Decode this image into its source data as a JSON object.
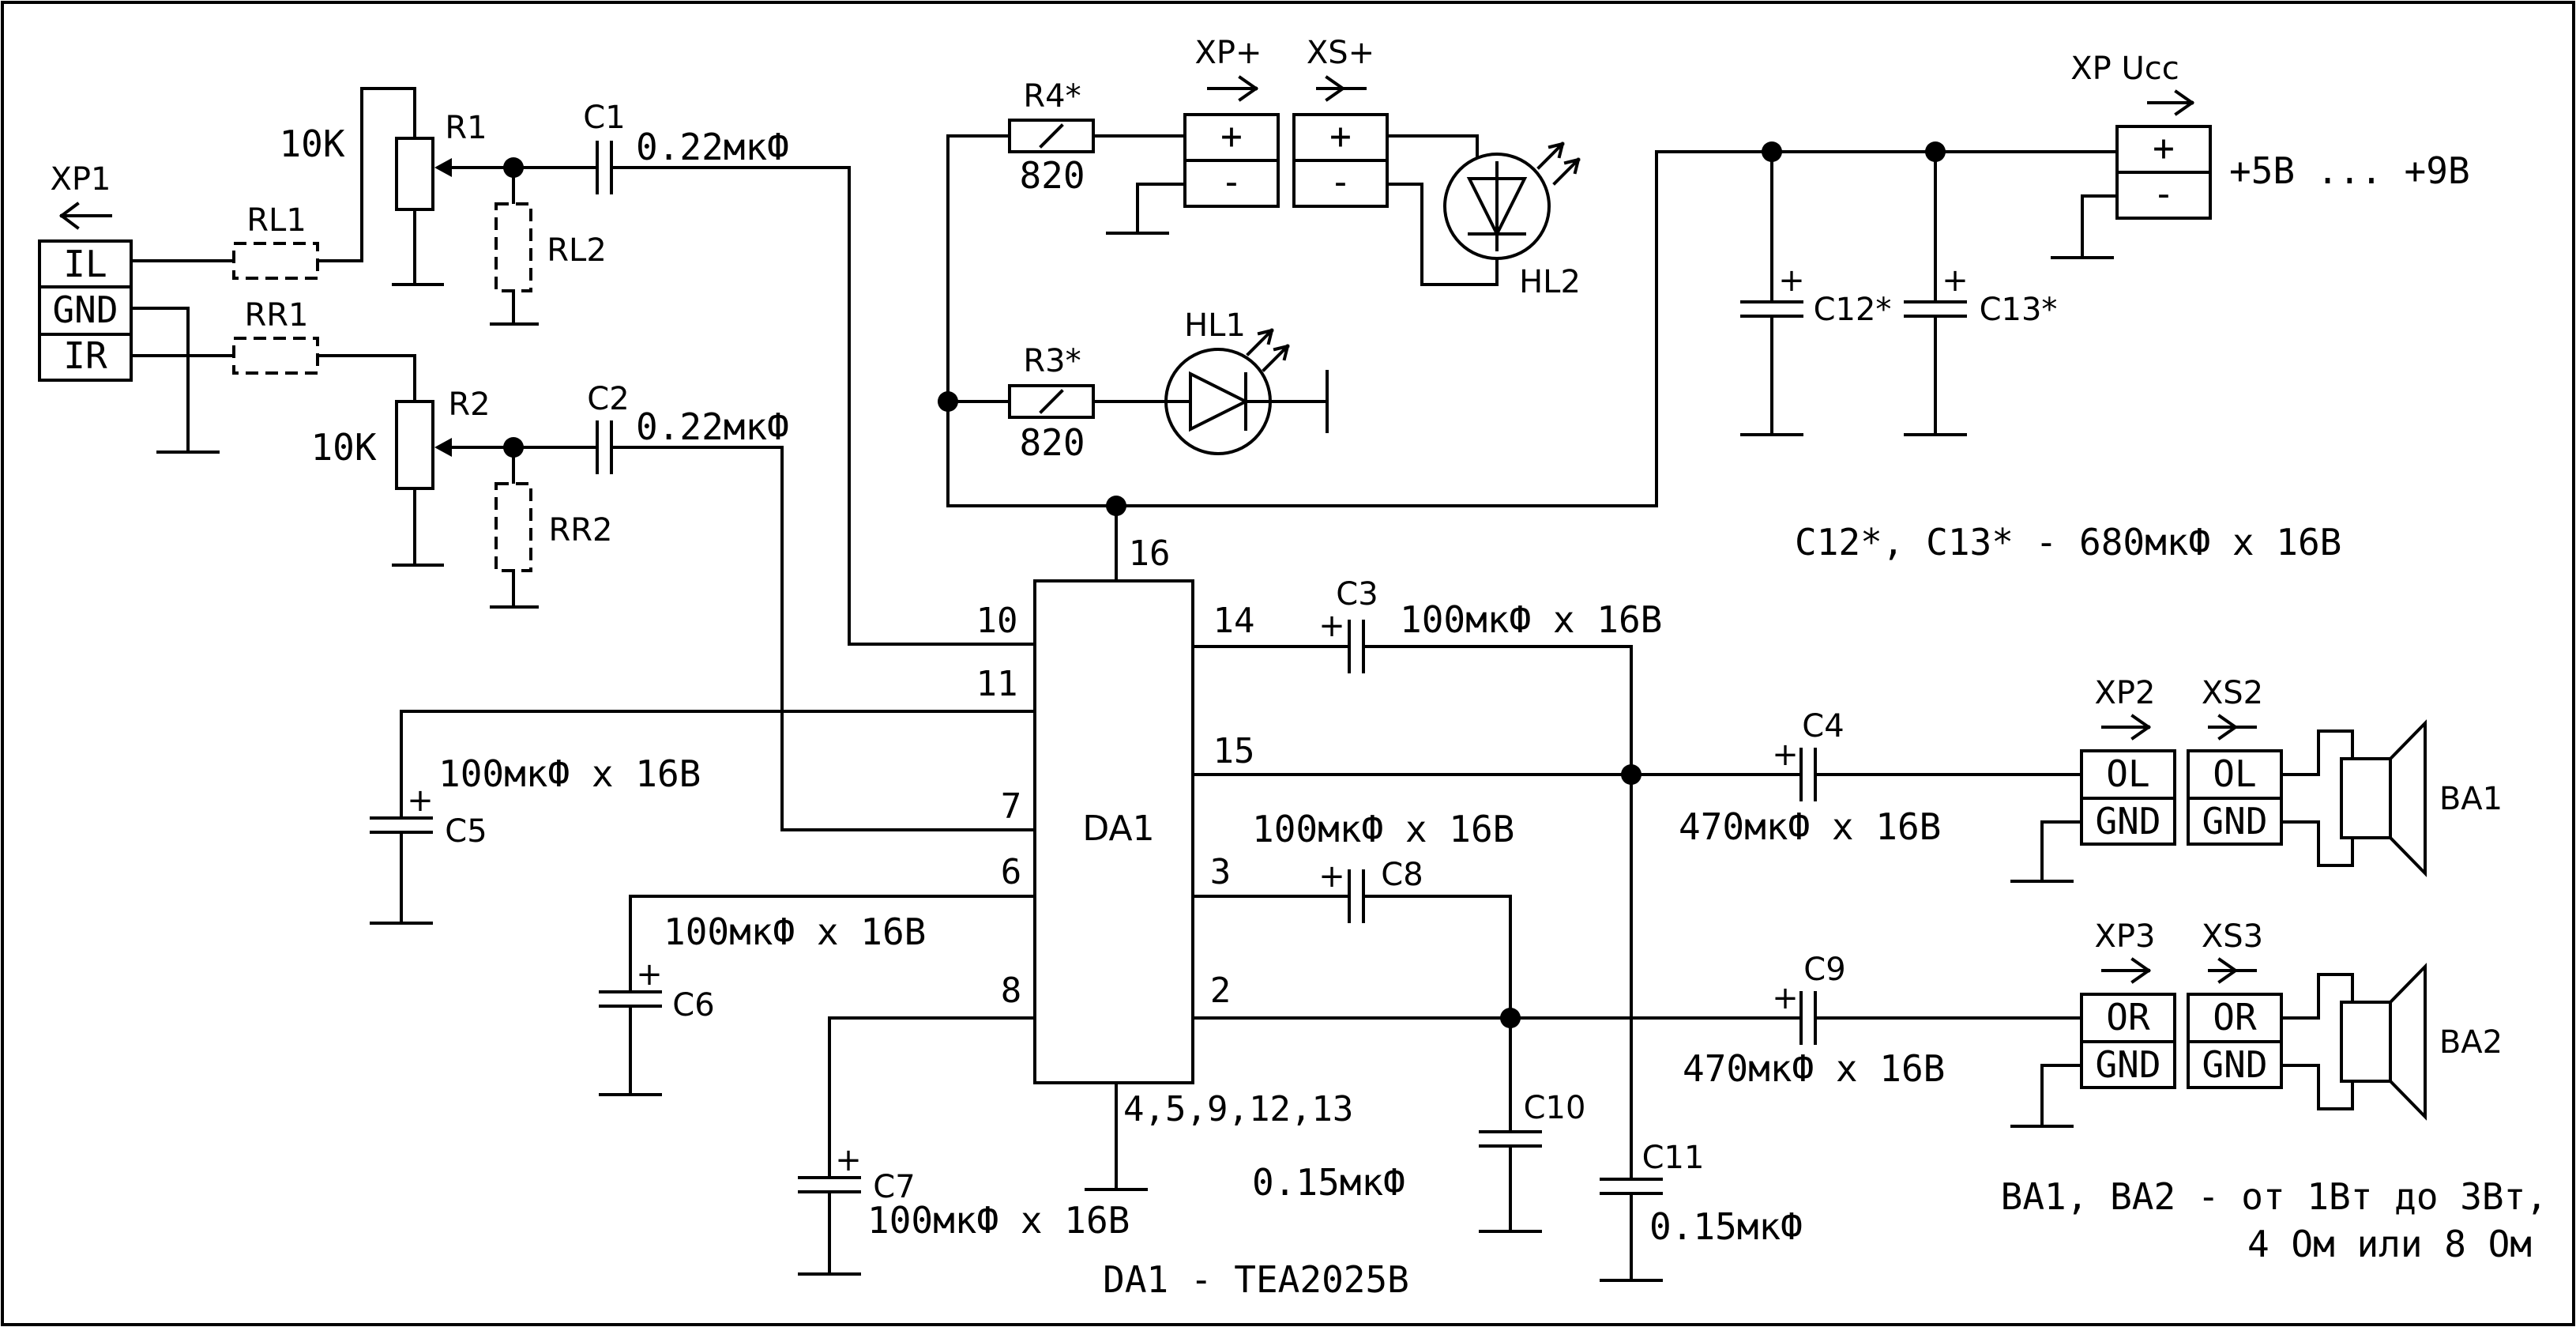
{
  "xp1": {
    "ref": "XP1",
    "pins": [
      "IL",
      "GND",
      "IR"
    ]
  },
  "r1": {
    "ref": "R1",
    "value": "10K"
  },
  "r2": {
    "ref": "R2",
    "value": "10K"
  },
  "rl1": {
    "ref": "RL1"
  },
  "rr1": {
    "ref": "RR1"
  },
  "rl2": {
    "ref": "RL2"
  },
  "rr2": {
    "ref": "RR2"
  },
  "c1": {
    "ref": "C1",
    "value": "0.22мкФ"
  },
  "c2": {
    "ref": "C2",
    "value": "0.22мкФ"
  },
  "r4": {
    "ref": "R4*",
    "value": "820"
  },
  "r3": {
    "ref": "R3*",
    "value": "820"
  },
  "xp_plus": {
    "ref": "XP+",
    "pins": [
      "+",
      "-"
    ]
  },
  "xs_plus": {
    "ref": "XS+",
    "pins": [
      "+",
      "-"
    ]
  },
  "hl1": {
    "ref": "HL1"
  },
  "hl2": {
    "ref": "HL2"
  },
  "xp_ucc": {
    "ref": "XP Ucc",
    "pins": [
      "+",
      "-"
    ],
    "voltage": "+5В ... +9В"
  },
  "c12": {
    "ref": "C12*"
  },
  "c13": {
    "ref": "C13*"
  },
  "c12_c13_note": "C12*, C13* - 680мкФ x 16В",
  "da1": {
    "ref": "DA1",
    "pins": {
      "p16": "16",
      "p10": "10",
      "p11": "11",
      "p7": "7",
      "p6": "6",
      "p8": "8",
      "p14": "14",
      "p15": "15",
      "p3": "3",
      "p2": "2",
      "gnd": "4,5,9,12,13"
    },
    "note": "DA1 - TEA2025B"
  },
  "c3": {
    "ref": "C3",
    "value": "100мкФ x 16В"
  },
  "c4": {
    "ref": "C4",
    "value": "470мкФ x 16В"
  },
  "c5": {
    "ref": "C5",
    "value": "100мкФ x 16В"
  },
  "c6": {
    "ref": "C6",
    "value": "100мкФ x 16В"
  },
  "c7": {
    "ref": "C7",
    "value": "100мкФ x 16В"
  },
  "c8": {
    "ref": "C8",
    "value": "100мкФ x 16В"
  },
  "c9": {
    "ref": "C9",
    "value": "470мкФ x 16В"
  },
  "c10": {
    "ref": "C10",
    "value": "0.15мкФ"
  },
  "c11": {
    "ref": "C11",
    "value": "0.15мкФ"
  },
  "xp2": {
    "ref": "XP2",
    "pins": [
      "OL",
      "GND"
    ]
  },
  "xs2": {
    "ref": "XS2",
    "pins": [
      "OL",
      "GND"
    ]
  },
  "xp3": {
    "ref": "XP3",
    "pins": [
      "OR",
      "GND"
    ]
  },
  "xs3": {
    "ref": "XS3",
    "pins": [
      "OR",
      "GND"
    ]
  },
  "ba1": {
    "ref": "BA1"
  },
  "ba2": {
    "ref": "BA2"
  },
  "speaker_note": {
    "line1": "BA1, BA2 - от 1Вт до 3Вт,",
    "line2": "4 Ом или 8 Ом"
  },
  "polarity_plus": "+"
}
